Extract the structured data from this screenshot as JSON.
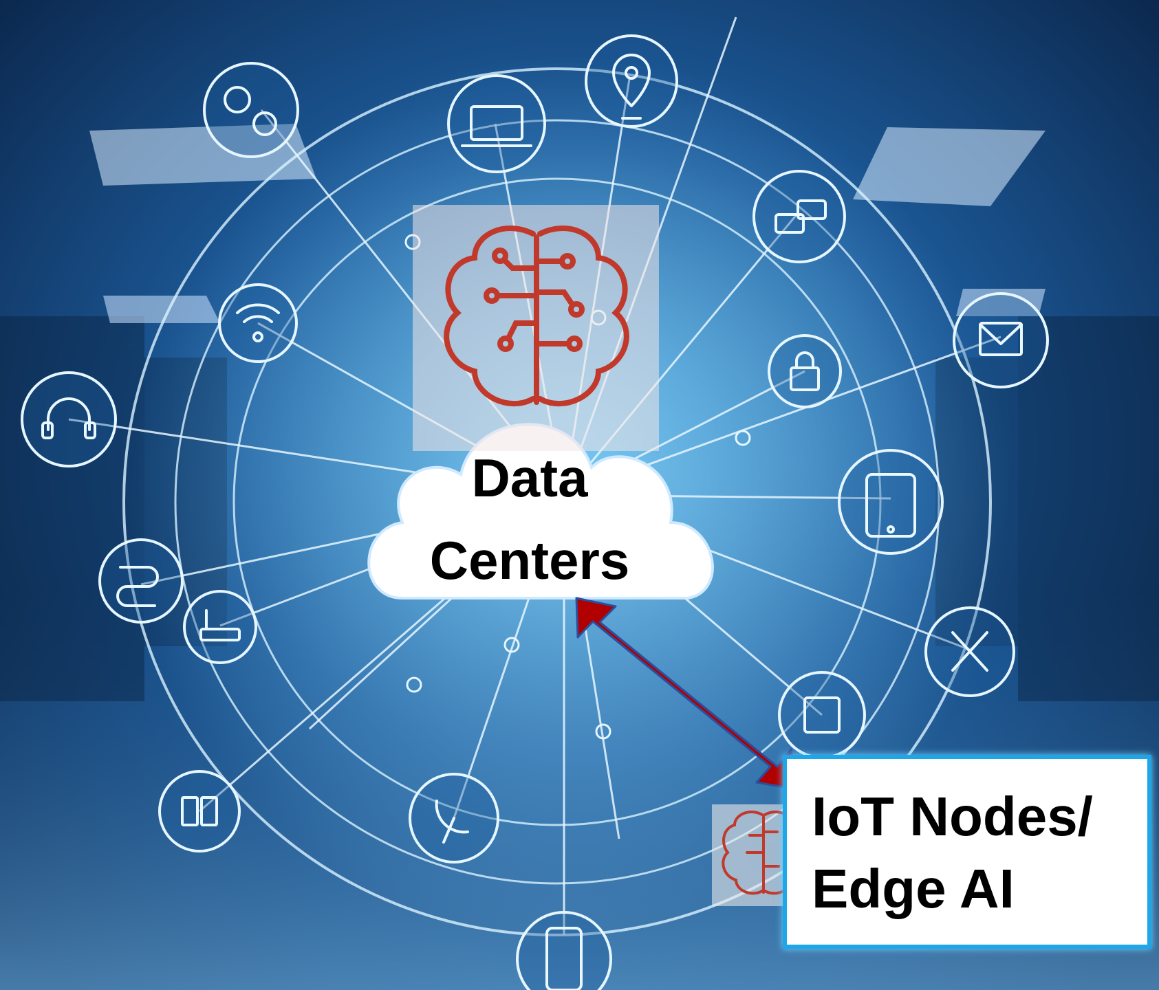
{
  "labels": {
    "data_centers_line1": "Data",
    "data_centers_line2": "Centers",
    "iot_line1": "IoT Nodes/",
    "iot_line2": "Edge AI"
  },
  "icons": {
    "central_brain": "brain-circuit-icon",
    "edge_brain": "brain-circuit-icon",
    "cloud": "cloud-icon",
    "arrow": "double-arrow-icon",
    "nodes": [
      "gears-icon",
      "laptop-icon",
      "location-pin-icon",
      "chat-icon",
      "email-icon",
      "lock-icon",
      "wifi-icon",
      "headset-icon",
      "cable-icon",
      "router-icon",
      "tablet-icon",
      "tools-icon",
      "ai-chip-icon",
      "server-icon",
      "satellite-dish-icon",
      "smartphone-icon"
    ]
  },
  "colors": {
    "brain": "#c0392b",
    "arrow": "#b00000",
    "arrow_outline": "#2a4fa0",
    "iot_border": "#1ea7e8",
    "network_lines": "#d9f2ff"
  }
}
